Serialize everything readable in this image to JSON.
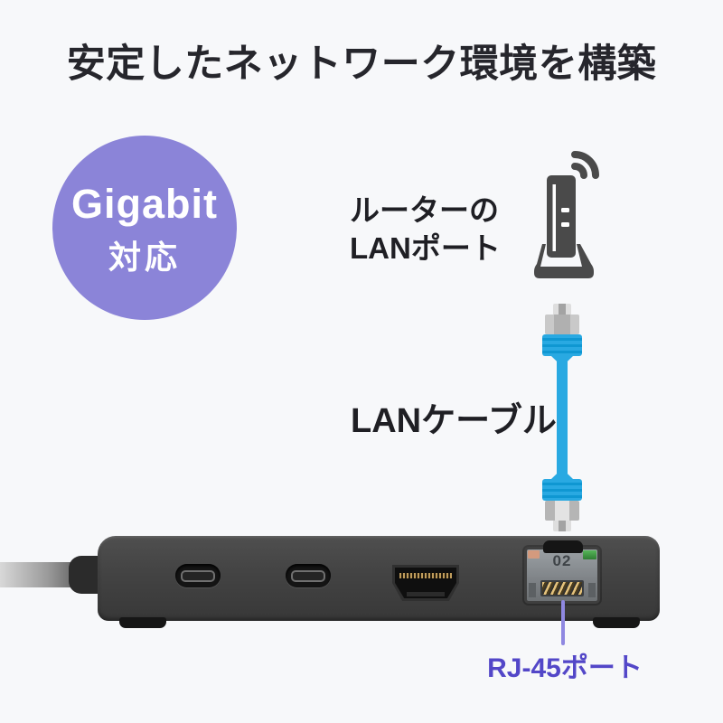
{
  "page": {
    "background": "#f7f8fa"
  },
  "title": {
    "text": "安定したネットワーク環境を構築"
  },
  "gigabit_badge": {
    "line1": "Gigabit",
    "line2": "対応",
    "bg_color": "#8b84d8",
    "text_color": "#ffffff"
  },
  "router": {
    "label_line1": "ルーターの",
    "label_line2": "LANポート",
    "icon": "wifi-router-icon",
    "icon_color": "#4a4a4a"
  },
  "lan_cable": {
    "label": "LANケーブル",
    "icon": "lan-cable-icon",
    "cable_color": "#29a9e2",
    "connector_color": "#c9c9c9"
  },
  "device": {
    "ports": [
      {
        "type": "usb-c"
      },
      {
        "type": "usb-c"
      },
      {
        "type": "hdmi"
      },
      {
        "type": "rj45",
        "marking": "02",
        "led_left_color": "#d39a7e",
        "led_right_color": "#2f7d33"
      }
    ]
  },
  "callout": {
    "label": "RJ-45ポート",
    "text_color": "#5347c8",
    "line_color": "#8f88e1"
  }
}
